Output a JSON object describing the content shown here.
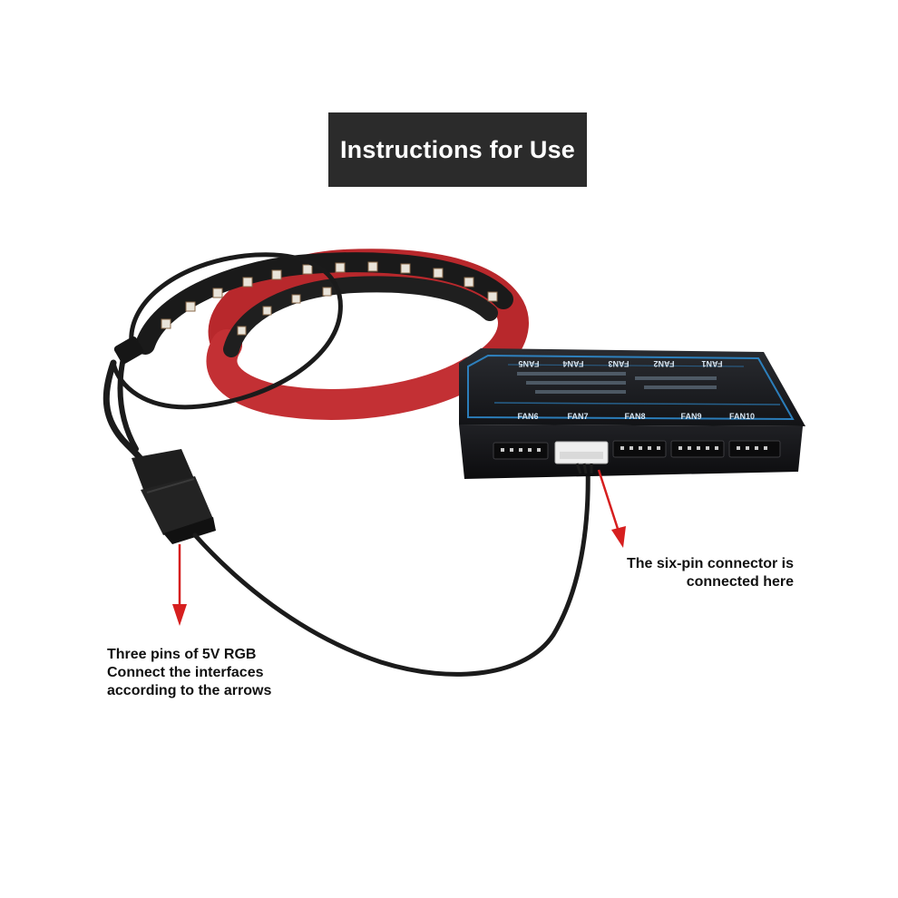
{
  "title": "Instructions for Use",
  "controller": {
    "ports_top": [
      "FAN5",
      "FAN4",
      "FAN3",
      "FAN2",
      "FAN1"
    ],
    "ports_bottom": [
      "FAN6",
      "FAN7",
      "FAN8",
      "FAN9",
      "FAN10"
    ]
  },
  "callouts": {
    "six_pin": {
      "line1": "The six-pin connector is",
      "line2": "connected here"
    },
    "three_pin": {
      "line1": "Three pins of 5V RGB",
      "line2": "Connect the interfaces",
      "line3": "according to the arrows"
    }
  },
  "colors": {
    "banner": "#2b2b2b",
    "arrow": "#d61f1f",
    "strip_backing": "#b8282c",
    "controller_body": "#1c1d20",
    "controller_accent": "#2f8fd6"
  }
}
